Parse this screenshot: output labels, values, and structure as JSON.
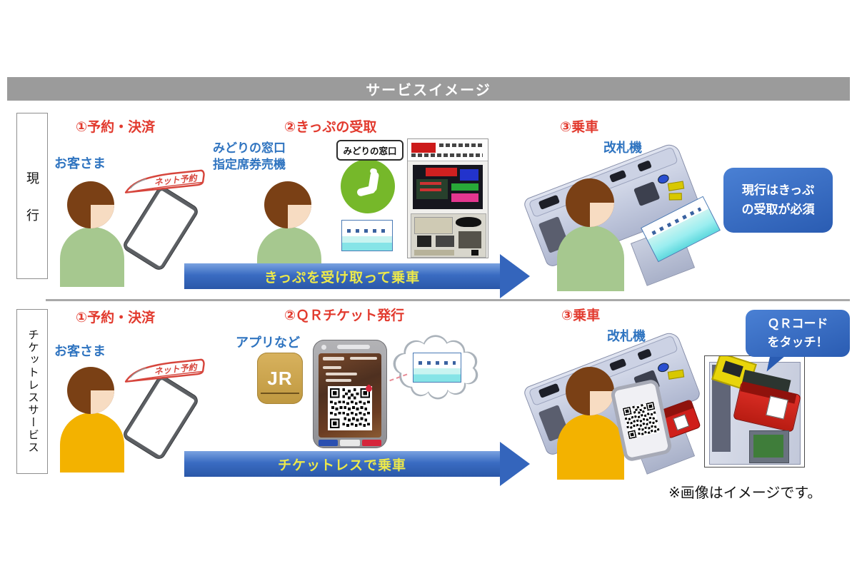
{
  "header": {
    "title": "サービスイメージ"
  },
  "row_current": {
    "label": "現行",
    "step1": {
      "heading": "①予約・決済",
      "customer": "お客さま",
      "net_reserve": "ネット予約"
    },
    "step2": {
      "heading": "②きっぷの受取",
      "line1": "みどりの窓口",
      "line2": "指定席券売機",
      "sign": "みどりの窓口"
    },
    "step3": {
      "heading": "③乗車",
      "gate": "改札機"
    },
    "arrow": "きっぷを受け取って乗車",
    "callout_line1": "現行はきっぷ",
    "callout_line2": "の受取が必須"
  },
  "row_ticketless": {
    "label": "チケットレスサービス",
    "step1": {
      "heading": "①予約・決済",
      "customer": "お客さま",
      "net_reserve": "ネット予約"
    },
    "step2": {
      "heading": "②ＱＲチケット発行",
      "app": "アプリなど",
      "jr_logo": "JR"
    },
    "step3": {
      "heading": "③乗車",
      "gate": "改札機"
    },
    "arrow": "チケットレスで乗車",
    "bubble_line1": "ＱＲコード",
    "bubble_line2": "をタッチ！"
  },
  "footnote": "※画像はイメージです。",
  "colors": {
    "header_gray": "#9B9B9B",
    "heading_red": "#E23A2E",
    "label_blue": "#2F74C0",
    "arrow_blue": "#3465BC",
    "arrow_text_yellow": "#EDE94A",
    "callout_blue": "#2A5CB2",
    "green_sign": "#76B82A",
    "body_green": "#A6C88F",
    "body_yellow": "#F3B200",
    "ticket_cyan": "#86E4E7",
    "reader_red": "#CF1F1A"
  }
}
